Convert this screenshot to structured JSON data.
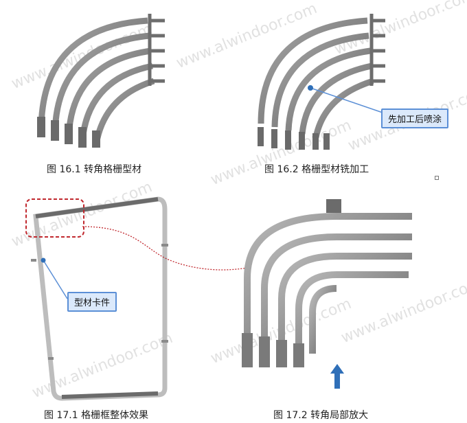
{
  "captions": {
    "fig_16_1": "图 16.1 转角格栅型材",
    "fig_16_2": "图 16.2 格栅型材铣加工",
    "fig_17_1": "图 17.1 格栅框整体效果",
    "fig_17_2": "图 17.2 转角局部放大"
  },
  "callouts": {
    "paint_after_machining": "先加工后喷涂",
    "profile_clip": "型材卡件"
  },
  "watermark": "www.alwindoor.com",
  "colors": {
    "metal": "#8c8c8c",
    "metal_dark": "#5e5e5e",
    "callout_border": "#5b8fd6",
    "callout_fill": "#dbe9fb",
    "highlight_red": "#c0272d",
    "arrow_blue": "#2f6fb8"
  }
}
